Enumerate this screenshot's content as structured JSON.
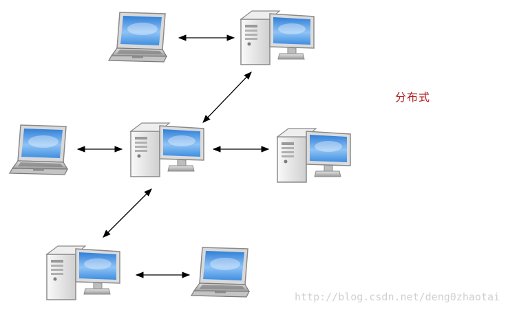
{
  "diagram": {
    "label": "分布式",
    "watermark": "http://blog.csdn.net/deng0zhaotai",
    "nodes": [
      {
        "id": "laptop-top",
        "type": "laptop"
      },
      {
        "id": "desktop-top",
        "type": "desktop"
      },
      {
        "id": "laptop-left",
        "type": "laptop"
      },
      {
        "id": "desktop-center",
        "type": "desktop"
      },
      {
        "id": "desktop-right",
        "type": "desktop"
      },
      {
        "id": "desktop-bottom",
        "type": "desktop"
      },
      {
        "id": "laptop-bottom",
        "type": "laptop"
      }
    ],
    "edges": [
      {
        "from": "laptop-top",
        "to": "desktop-top",
        "direction": "both"
      },
      {
        "from": "desktop-center",
        "to": "desktop-top",
        "direction": "both"
      },
      {
        "from": "laptop-left",
        "to": "desktop-center",
        "direction": "both"
      },
      {
        "from": "desktop-center",
        "to": "desktop-right",
        "direction": "both"
      },
      {
        "from": "desktop-center",
        "to": "desktop-bottom",
        "direction": "both"
      },
      {
        "from": "desktop-bottom",
        "to": "laptop-bottom",
        "direction": "both"
      }
    ]
  }
}
